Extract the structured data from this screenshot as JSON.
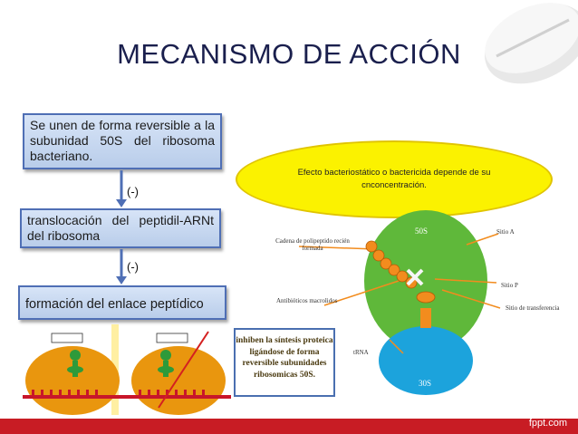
{
  "slide": {
    "title": "MECANISMO DE ACCIÓN",
    "flow": {
      "step1": "Se unen de forma reversible a la subunidad 50S del ribosoma bacteriano.",
      "minus1": "(-)",
      "step2": "translocación del peptidil-ARNt del ribosoma",
      "minus2": "(-)",
      "step3": "formación del enlace peptídico"
    },
    "callout": "Efecto bacteriostático o bactericida depende de su cnconcentración.",
    "inhibit_note": "inhiben la síntesis proteica ligándose de forma reversible subunidades ribosomicas 50S.",
    "ribosome_diagram": {
      "subunit_large": "50S",
      "subunit_small": "30S",
      "label_chain": "Cadena de polipeptido recién formada",
      "label_site_a": "Sitio A",
      "label_site_p": "Sitio P",
      "label_antibiotics": "Antibióticos macrolidos",
      "label_transfer": "Sitio de transferencia",
      "label_trna": "tRNA"
    },
    "footer": "fppt.com"
  },
  "colors": {
    "title": "#1a1f4d",
    "box_border": "#4f6fb5",
    "callout_fill": "#fbf200",
    "ribosome_large": "#5fb83a",
    "ribosome_small": "#1ca3dc",
    "chain": "#f28c1e",
    "footer": "#c81c24"
  }
}
